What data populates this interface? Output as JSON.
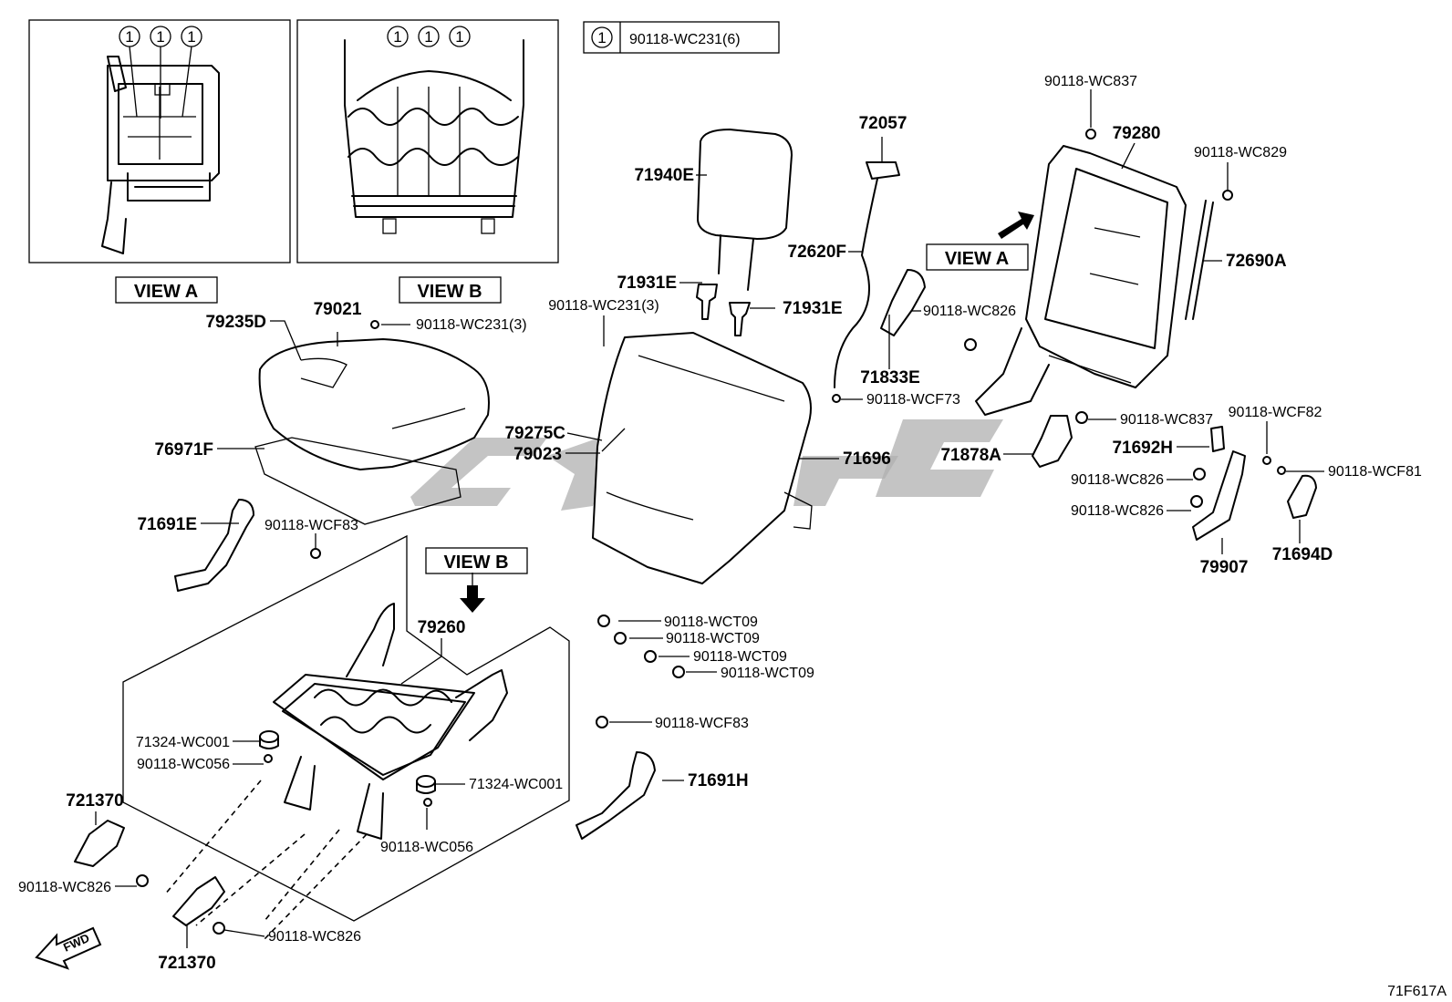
{
  "legend": {
    "symbol": "1",
    "part": "90118-WC231(6)"
  },
  "views": {
    "view_a": "VIEW A",
    "view_b": "VIEW B"
  },
  "callouts": {
    "one": "1"
  },
  "fwd": "FWD",
  "diagram_code": "71F617A",
  "labels": {
    "p72057": "72057",
    "p71940E": "71940E",
    "p72620F": "72620F",
    "p71931E_l": "71931E",
    "p71931E_r": "71931E",
    "p79235D": "79235D",
    "p79021": "79021",
    "wc231_3_a": "90118-WC231(3)",
    "wc231_3_b": "90118-WC231(3)",
    "p76971F": "76971F",
    "p79275C": "79275C",
    "p79023": "79023",
    "p71696": "71696",
    "p71691E": "71691E",
    "wcf83_a": "90118-WCF83",
    "p79260": "79260",
    "wct09_1": "90118-WCT09",
    "wct09_2": "90118-WCT09",
    "wct09_3": "90118-WCT09",
    "wct09_4": "90118-WCT09",
    "wcf83_b": "90118-WCF83",
    "p71691H": "71691H",
    "p71324_a": "71324-WC001",
    "wc056_a": "90118-WC056",
    "p71324_b": "71324-WC001",
    "wc056_b": "90118-WC056",
    "p721370_a": "721370",
    "p721370_b": "721370",
    "wc826_a": "90118-WC826",
    "wc826_b": "90118-WC826",
    "wc837_a": "90118-WC837",
    "p79280": "79280",
    "wc829": "90118-WC829",
    "p72690A": "72690A",
    "wc826_c": "90118-WC826",
    "p71833E": "71833E",
    "wcf73": "90118-WCF73",
    "wc837_b": "90118-WC837",
    "wcf82": "90118-WCF82",
    "p71878A": "71878A",
    "p71692H": "71692H",
    "wc826_d": "90118-WC826",
    "wc826_e": "90118-WC826",
    "wcf81": "90118-WCF81",
    "p79907": "79907",
    "p71694D": "71694D"
  }
}
